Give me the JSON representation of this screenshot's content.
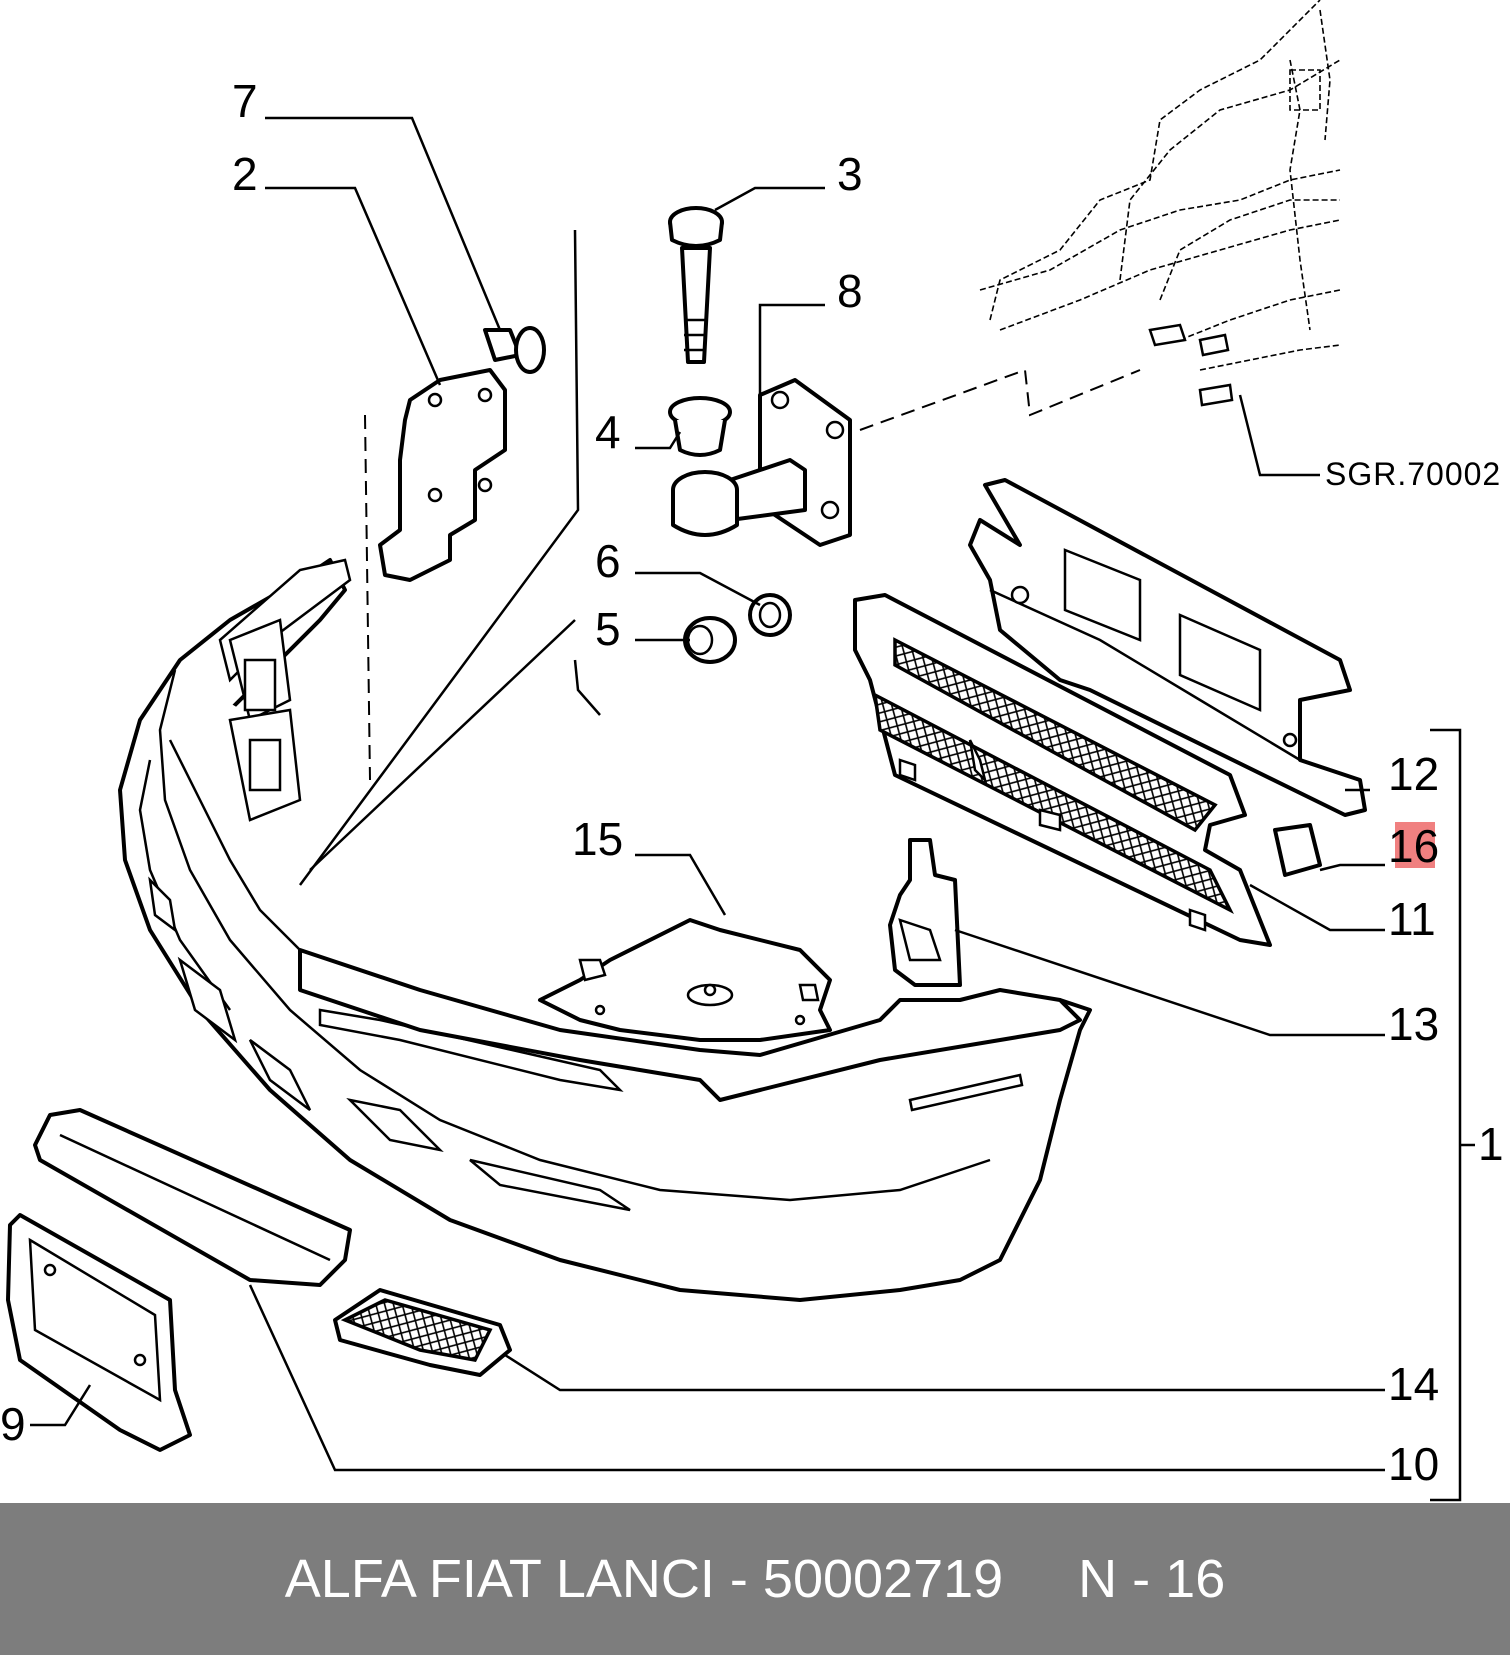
{
  "diagram": {
    "callouts": [
      {
        "id": "c7",
        "label": "7"
      },
      {
        "id": "c2",
        "label": "2"
      },
      {
        "id": "c3",
        "label": "3"
      },
      {
        "id": "c8",
        "label": "8"
      },
      {
        "id": "c4",
        "label": "4"
      },
      {
        "id": "c6",
        "label": "6"
      },
      {
        "id": "c5",
        "label": "5"
      },
      {
        "id": "c15",
        "label": "15"
      },
      {
        "id": "c12",
        "label": "12"
      },
      {
        "id": "c16",
        "label": "16"
      },
      {
        "id": "c11",
        "label": "11"
      },
      {
        "id": "c13",
        "label": "13"
      },
      {
        "id": "c1",
        "label": "1"
      },
      {
        "id": "c14",
        "label": "14"
      },
      {
        "id": "c10",
        "label": "10"
      },
      {
        "id": "c9",
        "label": "9"
      }
    ],
    "reference": "SGR.70002",
    "highlight_color": "#f08080"
  },
  "footer": {
    "text": "ALFA FIAT LANCI - 50002719     N - 16",
    "background": "#7d7d7d",
    "color": "#ffffff"
  }
}
